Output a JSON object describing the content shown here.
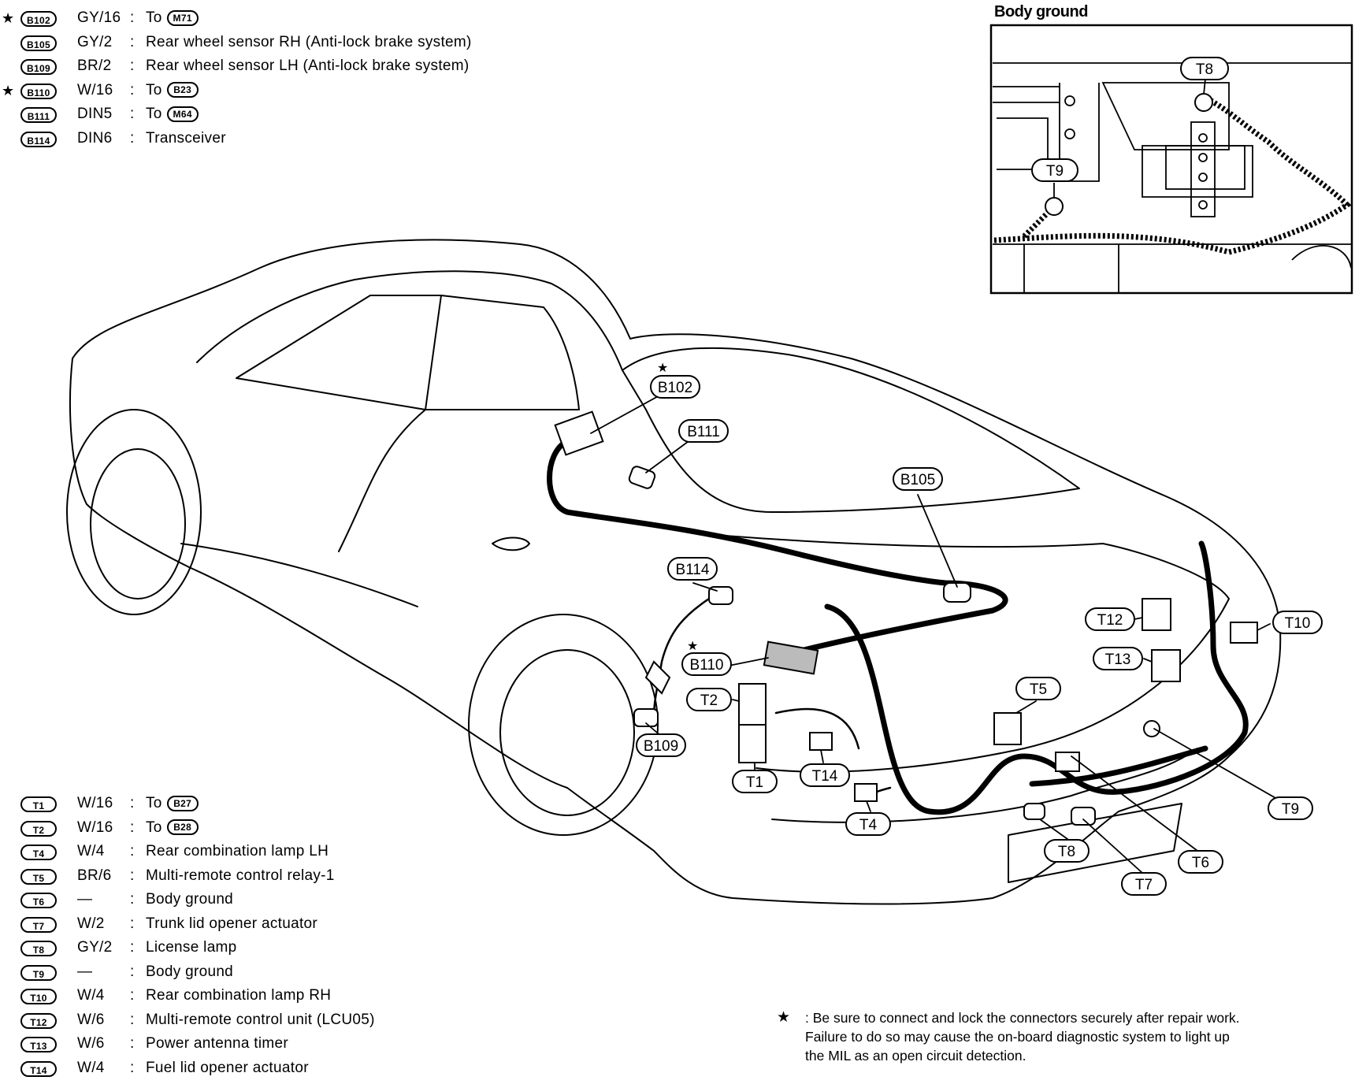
{
  "top_connectors": [
    {
      "star": "★",
      "id": "B102",
      "wire": "GY/16",
      "desc": "To",
      "to": "M71"
    },
    {
      "star": "",
      "id": "B105",
      "wire": "GY/2",
      "desc": "Rear wheel sensor RH (Anti-lock brake system)",
      "to": ""
    },
    {
      "star": "",
      "id": "B109",
      "wire": "BR/2",
      "desc": "Rear wheel sensor LH (Anti-lock brake system)",
      "to": ""
    },
    {
      "star": "★",
      "id": "B110",
      "wire": "W/16",
      "desc": "To",
      "to": "B23"
    },
    {
      "star": "",
      "id": "B111",
      "wire": "DIN5",
      "desc": "To",
      "to": "M64"
    },
    {
      "star": "",
      "id": "B114",
      "wire": "DIN6",
      "desc": "Transceiver",
      "to": ""
    }
  ],
  "bottom_connectors": [
    {
      "id": "T1",
      "wire": "W/16",
      "desc": "To",
      "to": "B27"
    },
    {
      "id": "T2",
      "wire": "W/16",
      "desc": "To",
      "to": "B28"
    },
    {
      "id": "T4",
      "wire": "W/4",
      "desc": "Rear combination lamp LH",
      "to": ""
    },
    {
      "id": "T5",
      "wire": "BR/6",
      "desc": "Multi-remote control relay-1",
      "to": ""
    },
    {
      "id": "T6",
      "wire": "—",
      "desc": "Body ground",
      "to": ""
    },
    {
      "id": "T7",
      "wire": "W/2",
      "desc": "Trunk lid opener actuator",
      "to": ""
    },
    {
      "id": "T8",
      "wire": "GY/2",
      "desc": "License lamp",
      "to": ""
    },
    {
      "id": "T9",
      "wire": "—",
      "desc": "Body ground",
      "to": ""
    },
    {
      "id": "T10",
      "wire": "W/4",
      "desc": "Rear combination lamp RH",
      "to": ""
    },
    {
      "id": "T12",
      "wire": "W/6",
      "desc": "Multi-remote control unit (LCU05)",
      "to": ""
    },
    {
      "id": "T13",
      "wire": "W/6",
      "desc": "Power antenna timer",
      "to": ""
    },
    {
      "id": "T14",
      "wire": "W/4",
      "desc": "Fuel lid opener actuator",
      "to": ""
    }
  ],
  "inset": {
    "title": "Body ground",
    "labels": [
      "T8",
      "T9"
    ]
  },
  "callouts": {
    "B102": "B102",
    "B111": "B111",
    "B105": "B105",
    "B114": "B114",
    "B110": "B110",
    "B109": "B109",
    "T1": "T1",
    "T2": "T2",
    "T4": "T4",
    "T5": "T5",
    "T6": "T6",
    "T7": "T7",
    "T8": "T8",
    "T9": "T9",
    "T10": "T10",
    "T12": "T12",
    "T13": "T13",
    "T14": "T14",
    "star": "★"
  },
  "colon": ":",
  "note": {
    "star": "★",
    "lines": [
      ": Be sure to connect and lock the connectors securely after repair work.",
      "Failure to do so may cause the on-board diagnostic system to light up",
      "the MIL as an open circuit detection."
    ]
  }
}
